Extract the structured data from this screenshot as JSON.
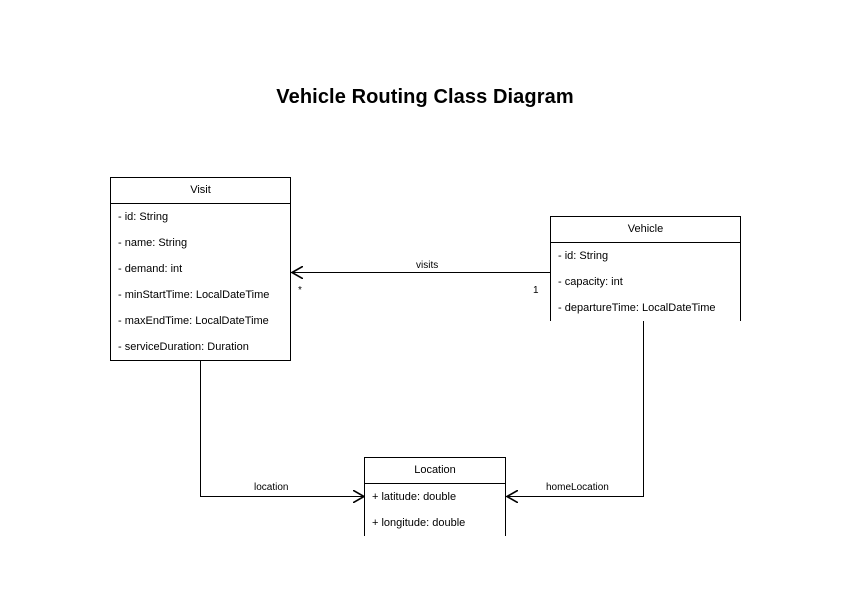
{
  "diagram": {
    "title": "Vehicle Routing Class Diagram",
    "background_color": "#ffffff",
    "stroke_color": "#000000",
    "text_color": "#000000"
  },
  "classes": [
    {
      "key": "visit",
      "name": "Visit",
      "attributes": [
        "- id: String",
        "- name: String",
        "- demand: int",
        "- minStartTime: LocalDateTime",
        "- maxEndTime: LocalDateTime",
        "- serviceDuration: Duration"
      ]
    },
    {
      "key": "vehicle",
      "name": "Vehicle",
      "attributes": [
        "- id: String",
        "- capacity: int",
        "- departureTime: LocalDateTime"
      ]
    },
    {
      "key": "location",
      "name": "Location",
      "attributes": [
        "+ latitude: double",
        "+ longitude: double"
      ]
    }
  ],
  "associations": [
    {
      "key": "visits",
      "label": "visits",
      "from": "Vehicle",
      "to": "Visit",
      "source_multiplicity": "1",
      "target_multiplicity": "*"
    },
    {
      "key": "location",
      "label": "location",
      "from": "Visit",
      "to": "Location",
      "source_multiplicity": "",
      "target_multiplicity": ""
    },
    {
      "key": "home_location",
      "label": "homeLocation",
      "from": "Vehicle",
      "to": "Location",
      "source_multiplicity": "",
      "target_multiplicity": ""
    }
  ]
}
